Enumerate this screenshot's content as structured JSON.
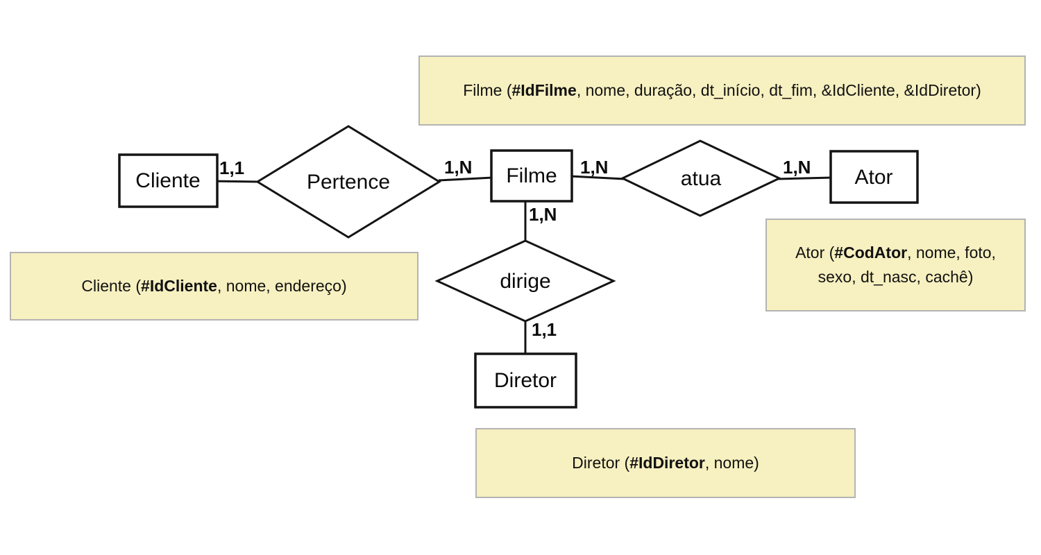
{
  "diagram": {
    "entities": [
      {
        "id": "cliente",
        "label": "Cliente"
      },
      {
        "id": "filme",
        "label": "Filme"
      },
      {
        "id": "ator",
        "label": "Ator"
      },
      {
        "id": "diretor",
        "label": "Diretor"
      }
    ],
    "relationships": [
      {
        "id": "pertence",
        "label": "Pertence"
      },
      {
        "id": "atua",
        "label": "atua"
      },
      {
        "id": "dirige",
        "label": "dirige"
      }
    ],
    "cardinalities": [
      {
        "id": "cliente-pertence",
        "label": "1,1"
      },
      {
        "id": "pertence-filme",
        "label": "1,N"
      },
      {
        "id": "filme-atua",
        "label": "1,N"
      },
      {
        "id": "atua-ator",
        "label": "1,N"
      },
      {
        "id": "filme-dirige",
        "label": "1,N"
      },
      {
        "id": "dirige-diretor",
        "label": "1,1"
      }
    ]
  },
  "annotations": {
    "filme": {
      "prefix": "Filme (",
      "key": "#IdFilme",
      "suffix": ", nome, duração, dt_início, dt_fim, &IdCliente, &IdDiretor)"
    },
    "cliente": {
      "prefix": "Cliente (",
      "key": "#IdCliente",
      "suffix": ", nome, endereço)"
    },
    "ator": {
      "prefix": "Ator (",
      "key": "#CodAtor",
      "suffix_line1": ", nome, foto,",
      "suffix_line2": "sexo, dt_nasc, cachê)"
    },
    "diretor": {
      "prefix": "Diretor (",
      "key": "#IdDiretor",
      "suffix": ", nome)"
    }
  },
  "colors": {
    "background": "#ffffff",
    "annotation_bg": "#f7f0c0",
    "annotation_border": "#b3b3b3",
    "shape_stroke": "#141414",
    "text": "#0a0a0a"
  }
}
